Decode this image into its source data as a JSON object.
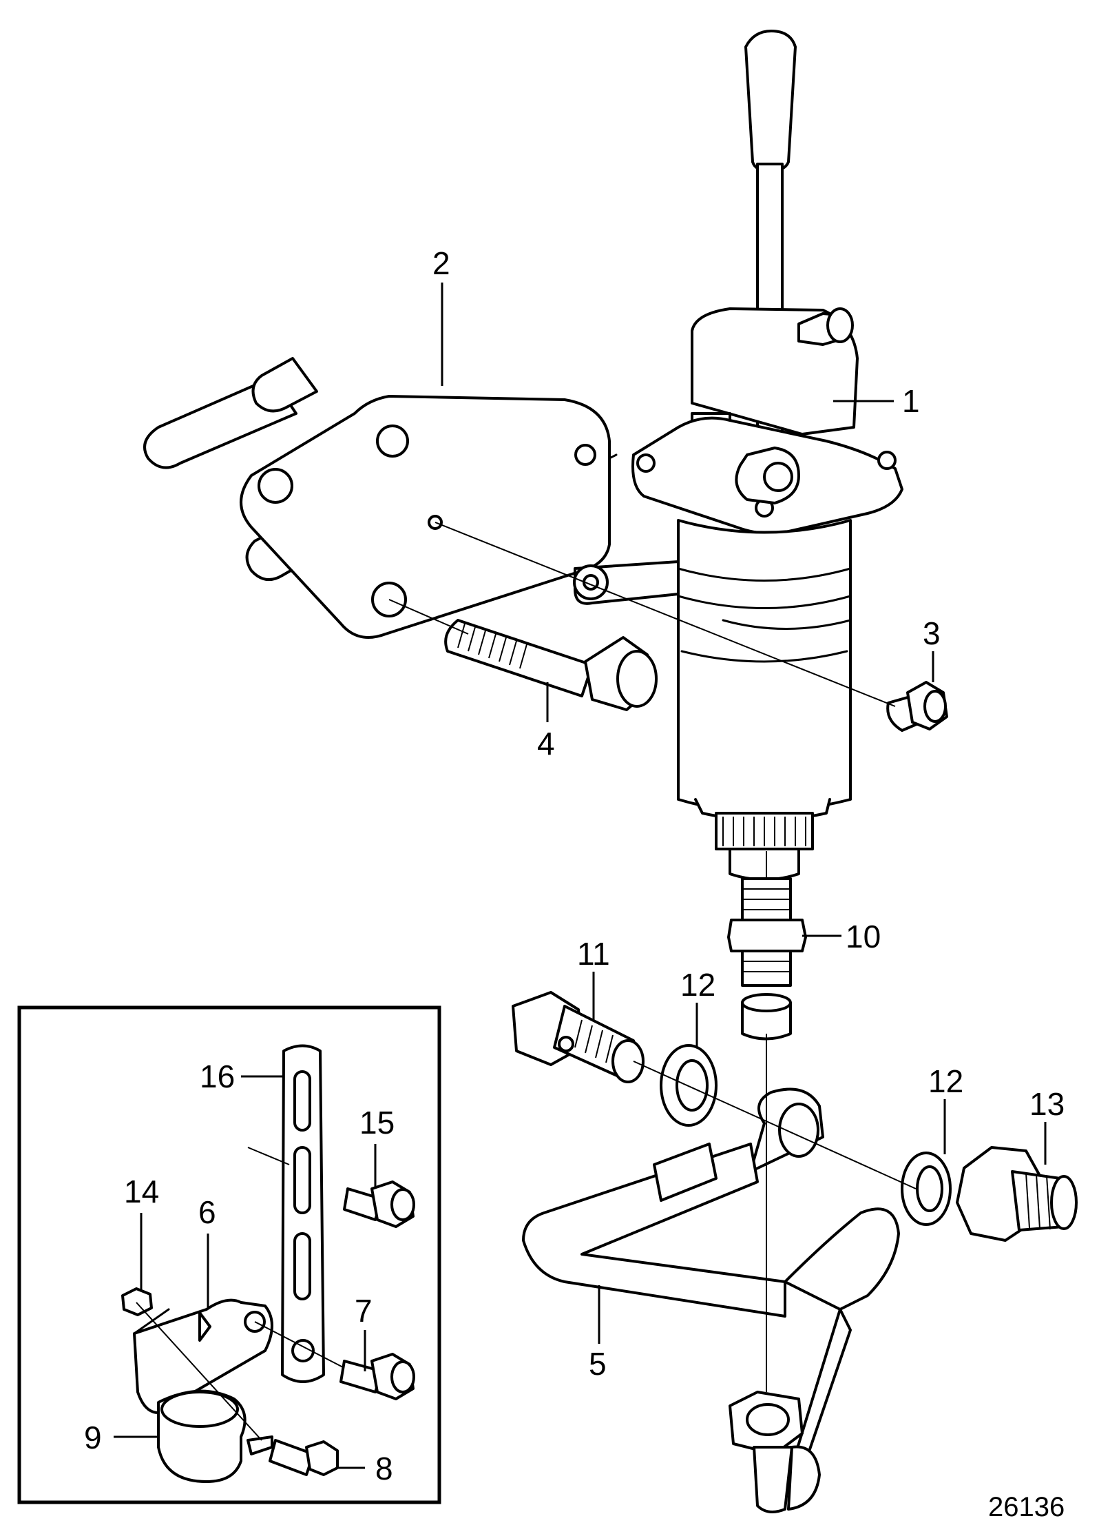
{
  "drawing_number": "26136",
  "callouts": [
    "1",
    "2",
    "3",
    "4",
    "5",
    "6",
    "7",
    "8",
    "9",
    "10",
    "11",
    "12",
    "13",
    "14",
    "15",
    "16"
  ],
  "callout_12_second": "12",
  "inset_label": ""
}
